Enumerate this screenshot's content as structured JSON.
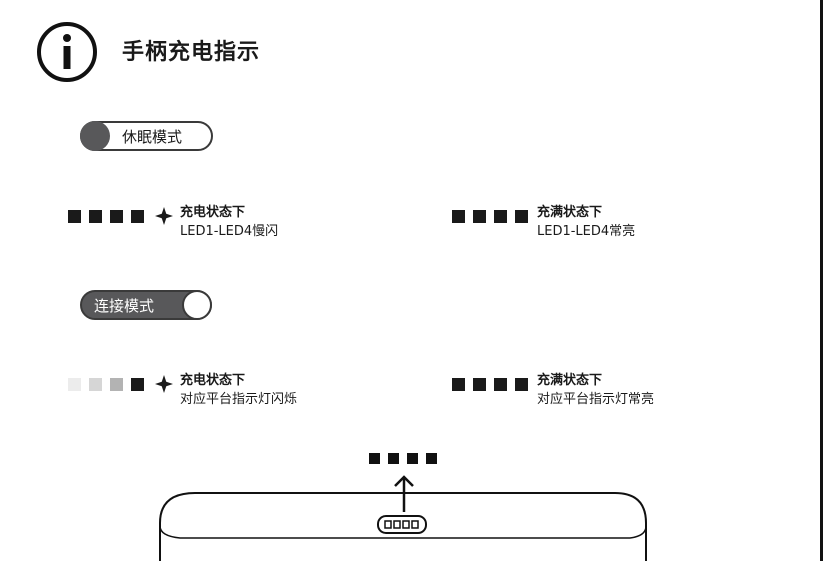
{
  "header": {
    "icon": "info-icon",
    "title": "手柄充电指示"
  },
  "sleep_mode": {
    "label": "休眠模式",
    "charging": {
      "title": "充电状态下",
      "description": "LED1-LED4慢闪",
      "leds": [
        "on",
        "on",
        "on",
        "on"
      ],
      "icon": "blink-sparkle-icon"
    },
    "full": {
      "title": "充满状态下",
      "description": "LED1-LED4常亮",
      "leds": [
        "on",
        "on",
        "on",
        "on"
      ]
    }
  },
  "connect_mode": {
    "label": "连接模式",
    "charging": {
      "title": "充电状态下",
      "description": "对应平台指示灯闪烁",
      "leds": [
        "faint",
        "light",
        "medium",
        "on"
      ],
      "icon": "blink-sparkle-icon"
    },
    "full": {
      "title": "充满状态下",
      "description": "对应平台指示灯常亮",
      "leds": [
        "on",
        "on",
        "on",
        "on"
      ]
    }
  },
  "diagram": {
    "led_count": 4,
    "indicator": "up-arrow-icon",
    "part": "controller-top-view"
  },
  "colors": {
    "ink": "#1a1a1a",
    "pill_gray": "#58585a"
  }
}
